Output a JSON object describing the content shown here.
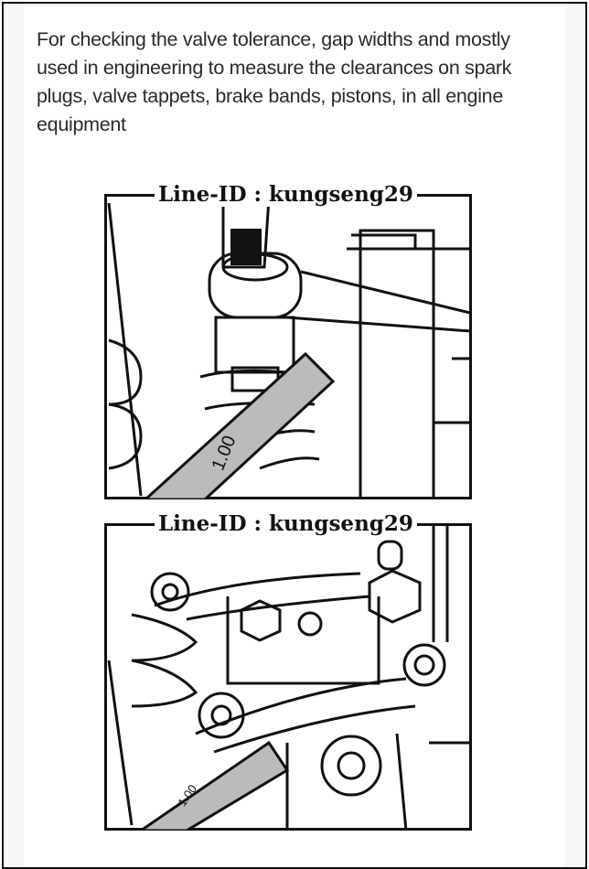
{
  "description": "For checking the valve tolerance, gap widths and mostly used in engineering to measure the clearances on spark plugs, valve tappets, brake bands, pistons, in all engine equipment",
  "figures": [
    {
      "watermark": "Line-ID : kungseng29",
      "gauge_label": "1.00"
    },
    {
      "watermark": "Line-ID : kungseng29",
      "gauge_label": "1.00"
    }
  ]
}
